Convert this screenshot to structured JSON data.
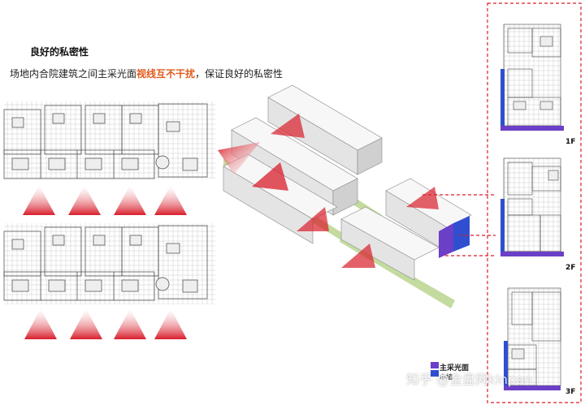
{
  "header": {
    "title": "良好的私密性",
    "subtitle_pre": "场地内合院建筑之间主采光面",
    "subtitle_highlight": "视线互不干扰",
    "subtitle_post": "，保证良好的私密性"
  },
  "floors": {
    "f1": "1F",
    "f2": "2F",
    "f3": "3F"
  },
  "legend": {
    "main_light": "主采光面",
    "gable_wall": "山墙"
  },
  "watermark": "知乎 @金盘网kinpan",
  "colors": {
    "highlight": "#e05a1c",
    "view_cone": "#d81e2b",
    "main_light_face": "#6b3fc7",
    "gable_face": "#2f4fd0",
    "frame_dash": "#d81e2b",
    "green_strip": "#c4dba0"
  }
}
